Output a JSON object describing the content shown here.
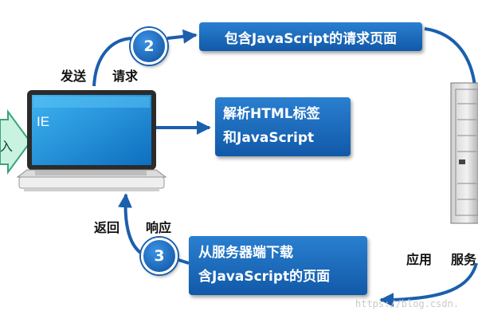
{
  "steps": {
    "step2": {
      "number": "2",
      "box": "包含JavaScript的请求页面",
      "label_send": "发送",
      "label_request": "请求"
    },
    "parse": {
      "line1": "解析HTML标签",
      "line2": "和JavaScript"
    },
    "step3": {
      "number": "3",
      "line1": "从服务器端下载",
      "line2": "含JavaScript的页面",
      "label_return": "返回",
      "label_response": "响应"
    }
  },
  "client": {
    "screen_text": "IE",
    "partial_label": "入"
  },
  "server": {
    "label_app": "应用",
    "label_server_partial": "服务"
  },
  "watermark": "https://blog.csdn.",
  "colors": {
    "box_fill": "#1767b8",
    "arrow": "#1b5fad",
    "screen": "#1a8fd8"
  },
  "icons": [
    "laptop-icon",
    "server-icon"
  ]
}
